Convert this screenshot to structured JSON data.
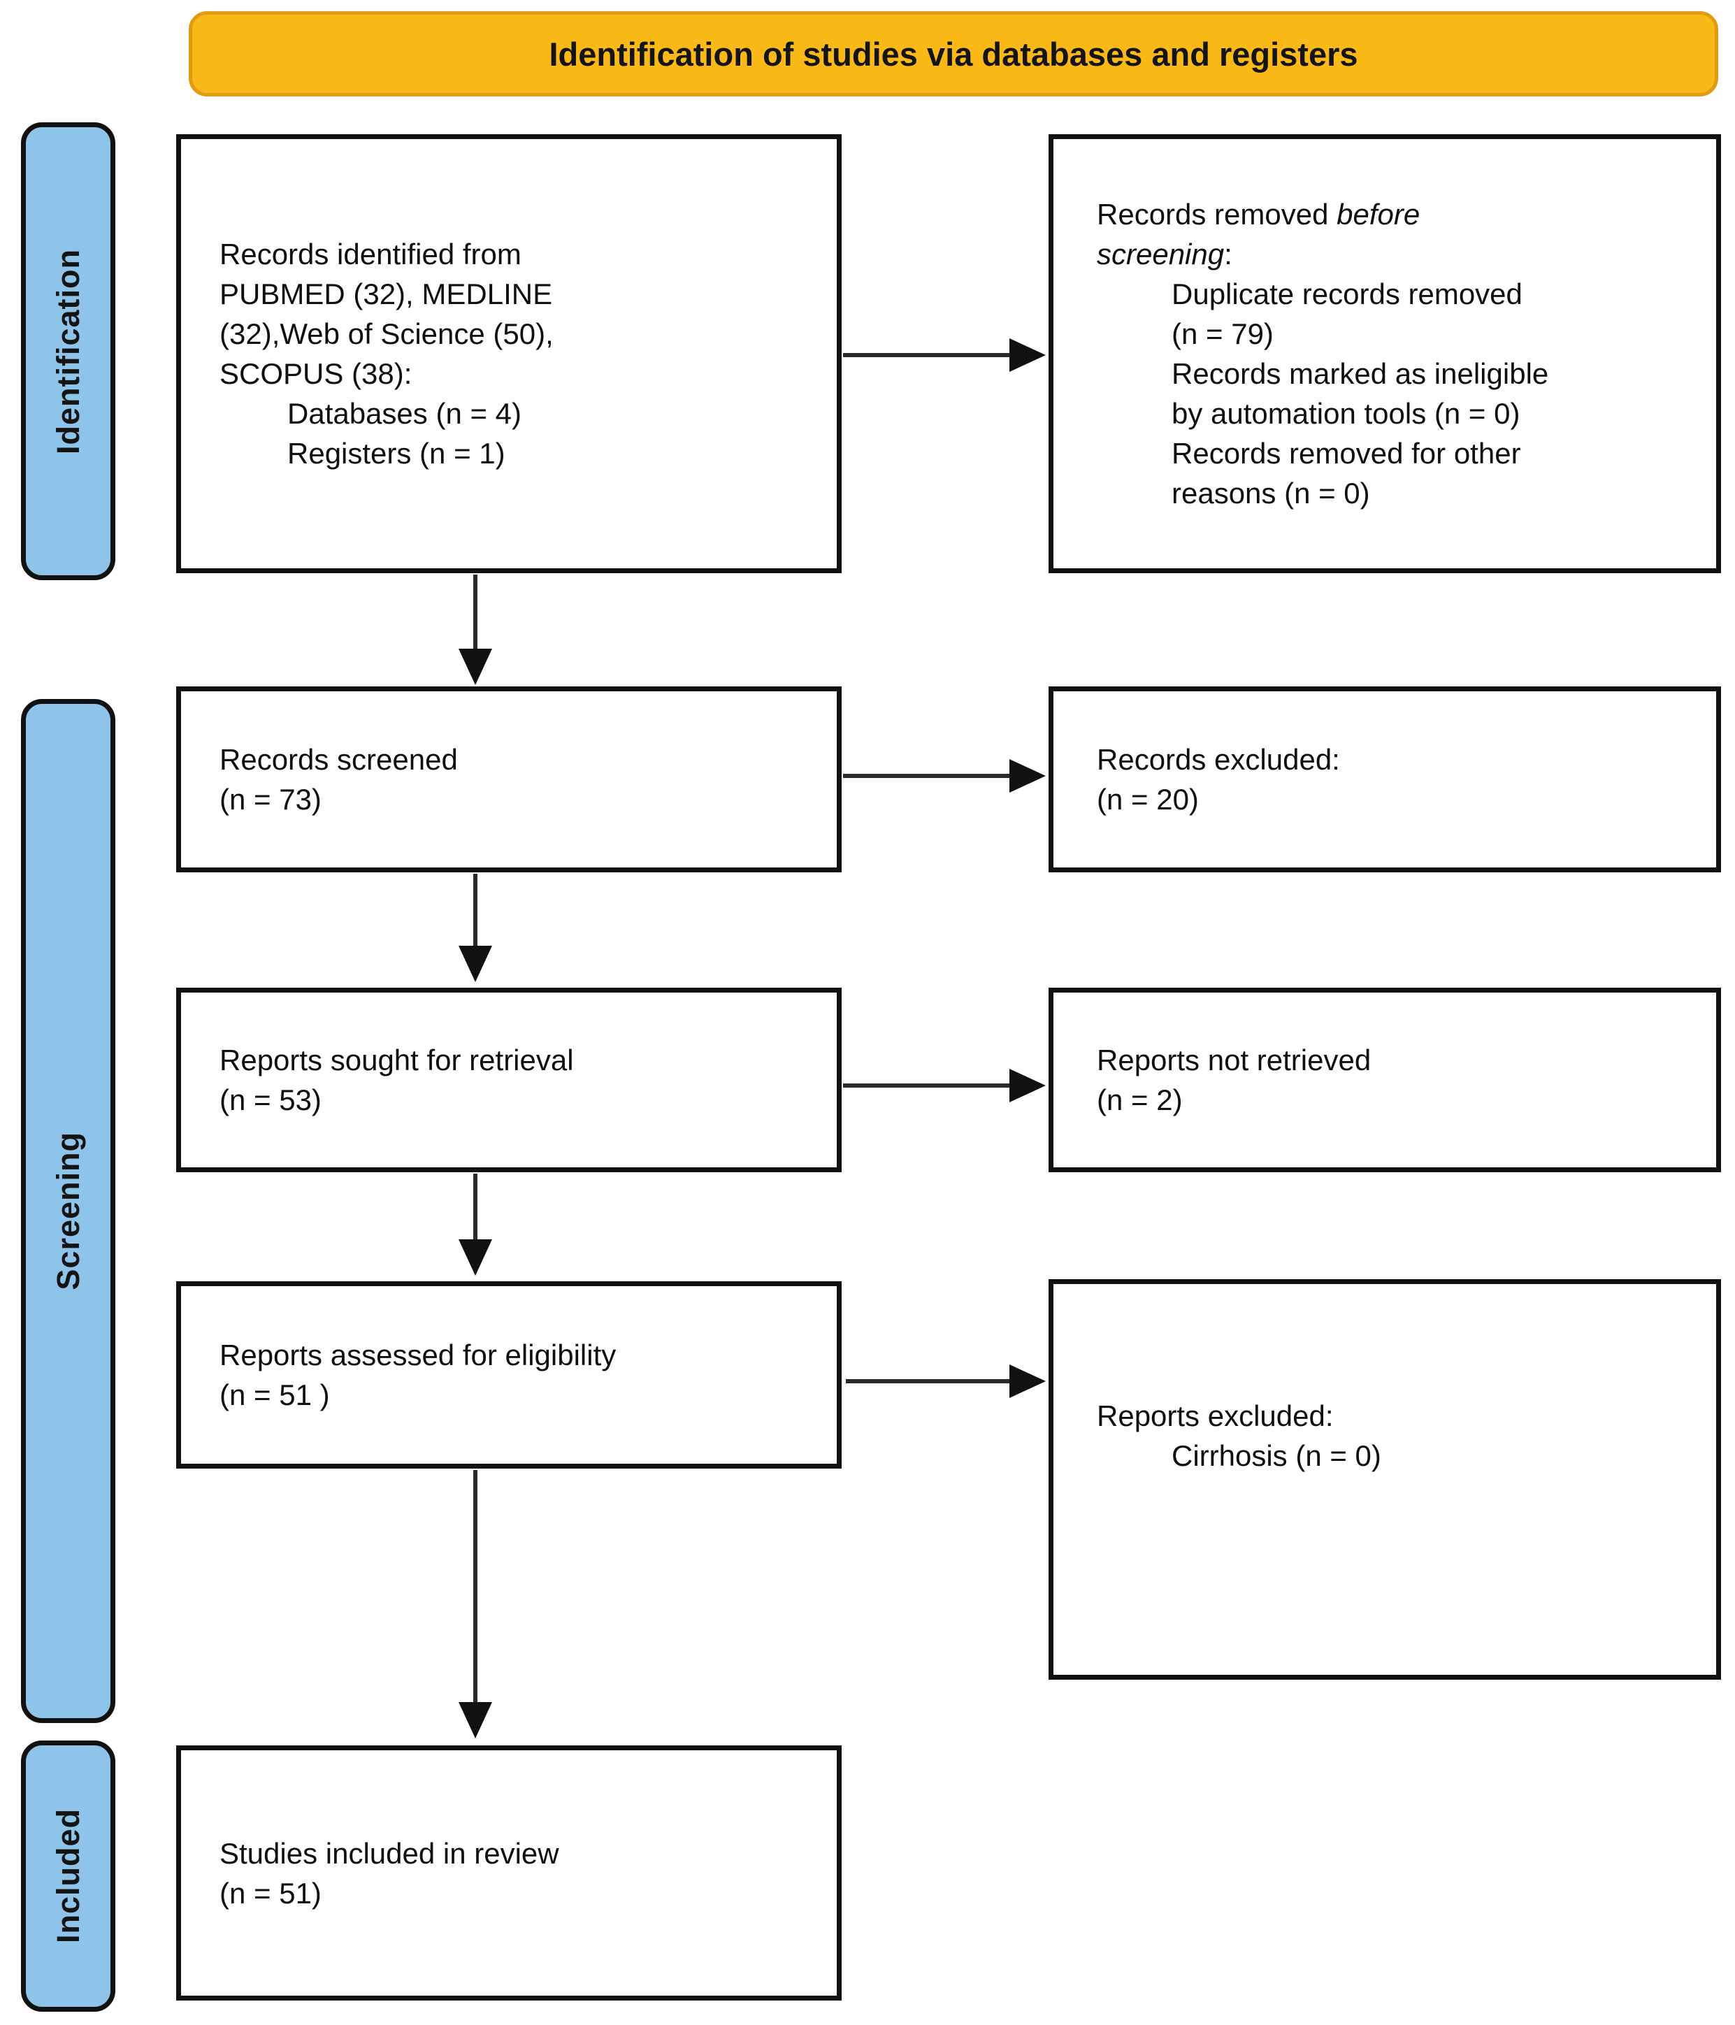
{
  "banner": {
    "title": "Identification of studies via databases and registers"
  },
  "sidebar": {
    "identification": "Identification",
    "screening": "Screening",
    "included": "Included"
  },
  "boxes": {
    "identified": {
      "lines": [
        "Records identified from",
        "PUBMED (32), MEDLINE",
        "(32),Web of Science (50),",
        "SCOPUS (38):"
      ],
      "subitems": [
        "Databases (n = 4)",
        "Registers (n = 1)"
      ]
    },
    "removed": {
      "line1_regular": "Records removed ",
      "line1_italic": "before",
      "line2_italic": "screening",
      "line2_regular": ":",
      "subitems": [
        {
          "lines": [
            "Duplicate records removed",
            "(n = 79)"
          ]
        },
        {
          "lines": [
            "Records marked as ineligible",
            "by automation tools (n = 0)"
          ]
        },
        {
          "lines": [
            "Records removed for other",
            "reasons (n = 0)"
          ]
        }
      ]
    },
    "screened": {
      "line1": "Records screened",
      "line2": "(n = 73)"
    },
    "records_excluded": {
      "line1": "Records excluded:",
      "line2": "(n = 20)"
    },
    "sought": {
      "line1": "Reports sought for retrieval",
      "line2": "(n = 53)"
    },
    "not_retrieved": {
      "line1": "Reports not retrieved",
      "line2": "(n = 2)"
    },
    "assessed": {
      "line1": "Reports assessed for eligibility",
      "line2": "(n = 51 )"
    },
    "reports_excluded": {
      "line1": "Reports excluded:",
      "subitem": "Cirrhosis (n = 0)"
    },
    "included_review": {
      "line1": "Studies included in review",
      "line2": "(n = 51)"
    }
  },
  "colors": {
    "banner_bg": "#FBB917",
    "banner_border": "#E19B12",
    "stage_bg": "#8EC4EA",
    "box_border": "#111111",
    "text": "#0f0f0f"
  }
}
